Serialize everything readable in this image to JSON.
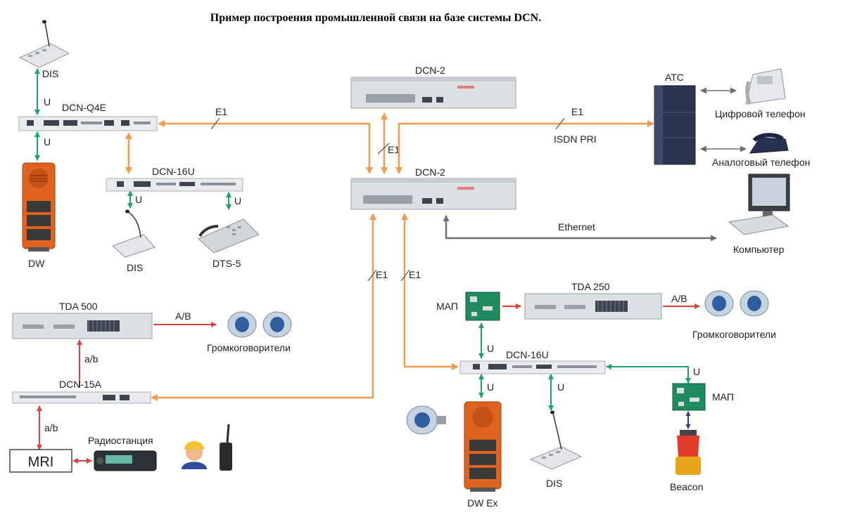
{
  "title": "Пример построения промышленной связи на базе системы DCN.",
  "devices": {
    "dis_top": "DIS",
    "dcn_q4e": "DCN-Q4E",
    "dw": "DW",
    "dcn_16u_left": "DCN-16U",
    "dis_left": "DIS",
    "dts5": "DTS-5",
    "dcn2_top": "DCN-2",
    "dcn2_main": "DCN-2",
    "atc": "АТС",
    "digital_phone": "Цифровой телефон",
    "analog_phone": "Аналоговый телефон",
    "computer": "Компьютер",
    "tda500": "TDA 500",
    "loudspeakers_left": "Громкоговорители",
    "dcn_15a": "DCN-15A",
    "mri": "MRI",
    "radio": "Радиостанция",
    "map_top": "МАП",
    "tda250": "TDA 250",
    "loudspeakers_right": "Громкоговорители",
    "dcn_16u_bottom": "DCN-16U",
    "map_right": "МАП",
    "beacon": "Beacon",
    "dw_ex": "DW Ex",
    "dis_bottom": "DIS"
  },
  "links": {
    "u": "U",
    "e1": "E1",
    "isdn": "ISDN PRI",
    "ethernet": "Ethernet",
    "ab_lower": "a/b",
    "ab_upper": "A/B"
  },
  "colors": {
    "orange": "#f39a4d",
    "green": "#1aa36b",
    "red": "#e0413a",
    "gray": "#6e6e6e",
    "blue": "#2e3b8e",
    "device_orange": "#e0621f"
  }
}
